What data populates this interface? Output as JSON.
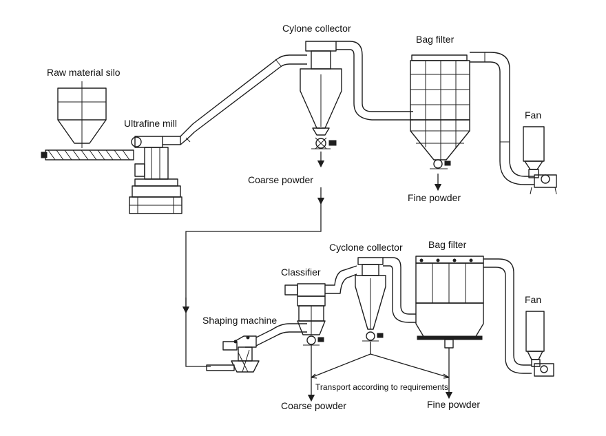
{
  "labels": {
    "raw_material_silo": "Raw material silo",
    "ultrafine_mill": "Ultrafine mill",
    "cylone_collector": "Cylone collector",
    "bag_filter_top": "Bag filter",
    "fan_top": "Fan",
    "coarse_powder_top": "Coarse powder",
    "fine_powder_top": "Fine powder",
    "cyclone_collector_bottom": "Cyclone collector",
    "bag_filter_bottom": "Bag filter",
    "classifier": "Classifier",
    "fan_bottom": "Fan",
    "shaping_machine": "Shaping machine",
    "transport": "Transport according to requirements",
    "coarse_powder_bottom": "Coarse powder",
    "fine_powder_bottom": "Fine powder"
  }
}
